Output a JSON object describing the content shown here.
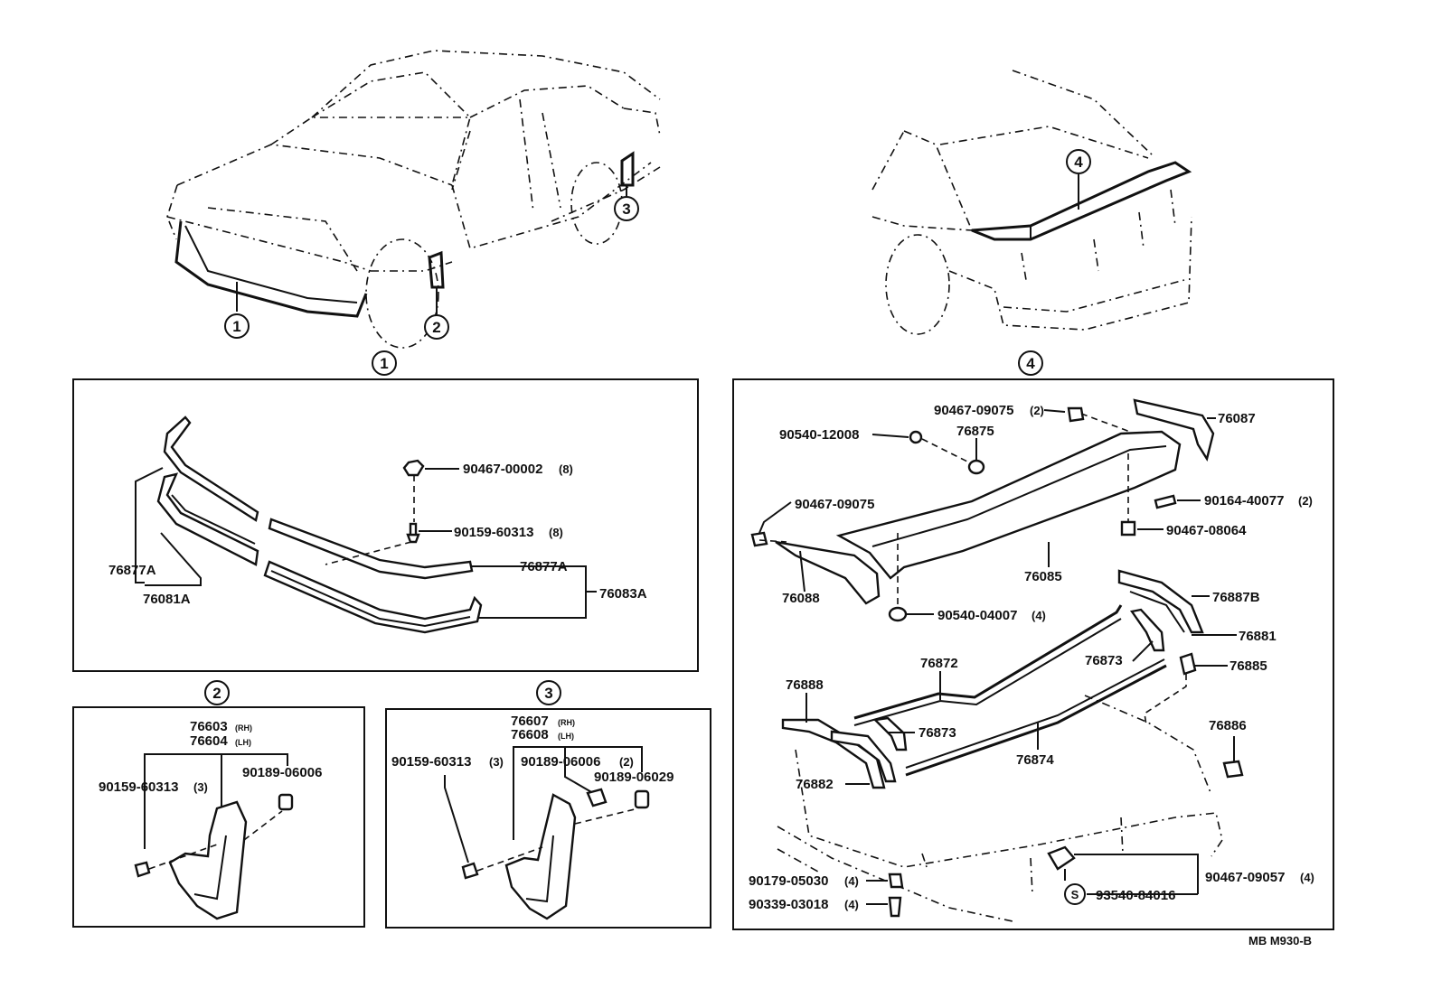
{
  "markers": {
    "one": "1",
    "two": "2",
    "three": "3",
    "four": "4",
    "s": "S"
  },
  "panel1": {
    "p1": "76877A",
    "p2": "76081A",
    "p3": "76877A",
    "p4": "76083A",
    "p5": "90467-00002",
    "p5q": "(8)",
    "p6": "90159-60313",
    "p6q": "(8)"
  },
  "panel2": {
    "main_rh": "76603",
    "main_rh_sfx": "(RH)",
    "main_lh": "76604",
    "main_lh_sfx": "(LH)",
    "screw": "90159-60313",
    "screw_q": "(3)",
    "clip": "90189-06006"
  },
  "panel3": {
    "main_rh": "76607",
    "main_rh_sfx": "(RH)",
    "main_lh": "76608",
    "main_lh_sfx": "(LH)",
    "screw": "90159-60313",
    "screw_q": "(3)",
    "clip": "90189-06006",
    "clip_q": "(2)",
    "clip2": "90189-06029"
  },
  "panel4": {
    "a": "90467-09075",
    "a_q": "(2)",
    "b": "76087",
    "c": "90540-12008",
    "d": "76875",
    "e": "90467-09075",
    "f": "90164-40077",
    "f_q": "(2)",
    "g": "90467-08064",
    "h": "76085",
    "i": "76088",
    "j": "90540-04007",
    "j_q": "(4)",
    "k": "76887B",
    "l": "76881",
    "m": "76872",
    "n": "76873",
    "o": "76885",
    "p": "76888",
    "q": "76873",
    "r": "76874",
    "s": "76886",
    "t": "76882",
    "u": "90179-05030",
    "u_q": "(4)",
    "v": "90339-03018",
    "v_q": "(4)",
    "w": "93540-84016",
    "x": "90467-09057",
    "x_q": "(4)"
  },
  "footer": {
    "code": "MB M930-B"
  }
}
